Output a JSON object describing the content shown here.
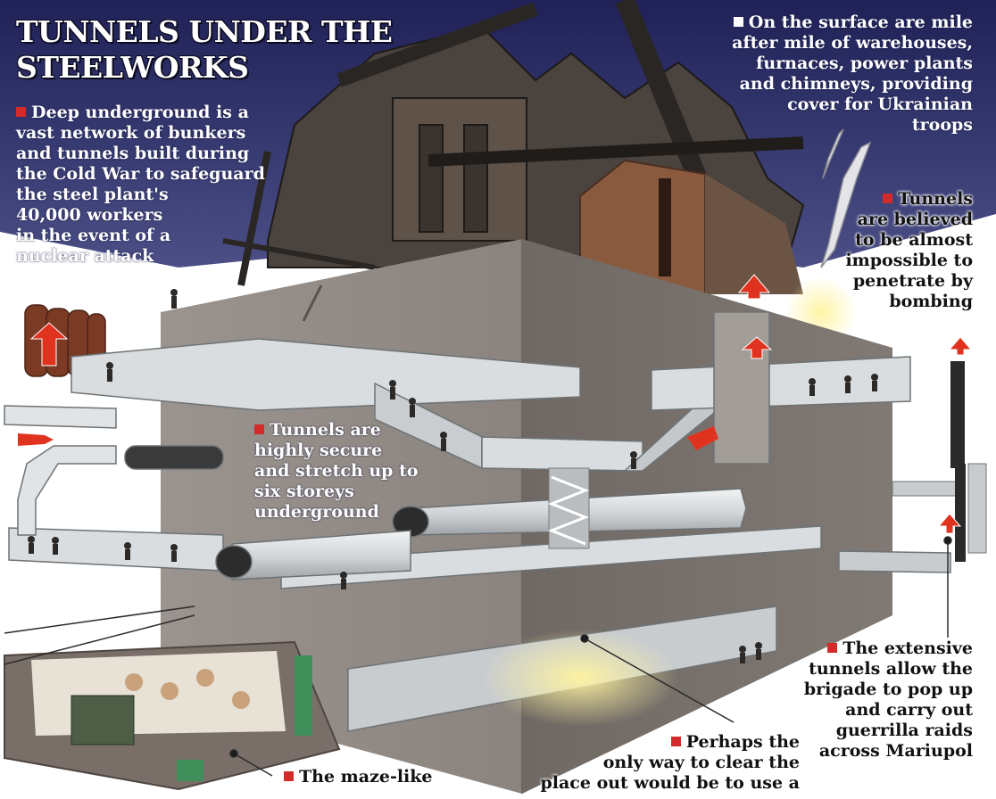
{
  "title": {
    "line1": "TUNNELS UNDER THE",
    "line2": "STEELWORKS"
  },
  "captions": {
    "deep_underground": {
      "lines": [
        "Deep underground is a",
        "vast network of bunkers",
        "and tunnels built during",
        "the Cold War to safeguard",
        "the steel plant's",
        "40,000 workers",
        "in the event of a",
        "nuclear attack"
      ]
    },
    "surface": {
      "lines": [
        "On the surface are mile",
        "after mile of warehouses,",
        "furnaces, power plants",
        "and chimneys, providing",
        "cover for Ukrainian",
        "troops"
      ]
    },
    "bombing": {
      "lines": [
        "Tunnels",
        "are believed",
        "to be almost",
        "impossible to",
        "penetrate by",
        "bombing"
      ]
    },
    "secure": {
      "lines": [
        "Tunnels are",
        "highly secure",
        "and stretch up to",
        "six storeys",
        "underground"
      ]
    },
    "extensive": {
      "lines": [
        "The extensive",
        "tunnels allow the",
        "brigade to pop up",
        "and carry out",
        "guerrilla raids",
        "across Mariupol"
      ]
    },
    "clear_out": {
      "lines": [
        "Perhaps the",
        "only way to clear the",
        "place out would be to use a"
      ]
    },
    "maze": {
      "lines": [
        "The maze-like"
      ]
    }
  },
  "colors": {
    "sky": "#2a2d63",
    "concrete": "#8d8680",
    "tunnel": "#d8dcdf",
    "bullet": "#d42a2a",
    "arrow": "#e0331f"
  },
  "icons": [
    "arrow-up-icon",
    "arrow-right-icon",
    "soldier-figure",
    "spiral-staircase"
  ]
}
